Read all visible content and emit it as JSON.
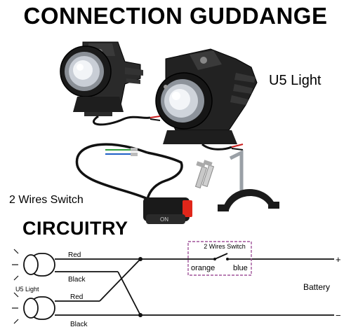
{
  "title": "CONNECTION GUDDANGE",
  "product": {
    "light_label": "U5 Light",
    "switch_label": "2 Wires Switch",
    "switch_marking": "ON"
  },
  "circuit": {
    "heading": "CIRCUITRY",
    "switch_box_label": "2 Wires Switch",
    "orange_label": "orange",
    "blue_label": "blue",
    "red_label_top": "Red",
    "black_label_top": "Black",
    "red_label_bottom": "Red",
    "black_label_bottom": "Black",
    "light_label": "U5 Light",
    "battery_label": "Battery",
    "plus_sign": "+",
    "minus_sign": "−"
  },
  "colors": {
    "light_body": "#1b1b1b",
    "wire": "#111111",
    "switch_box": "#a0549a",
    "switch_red": "#e0261a",
    "lamp_glow": "#f2f4f7"
  }
}
